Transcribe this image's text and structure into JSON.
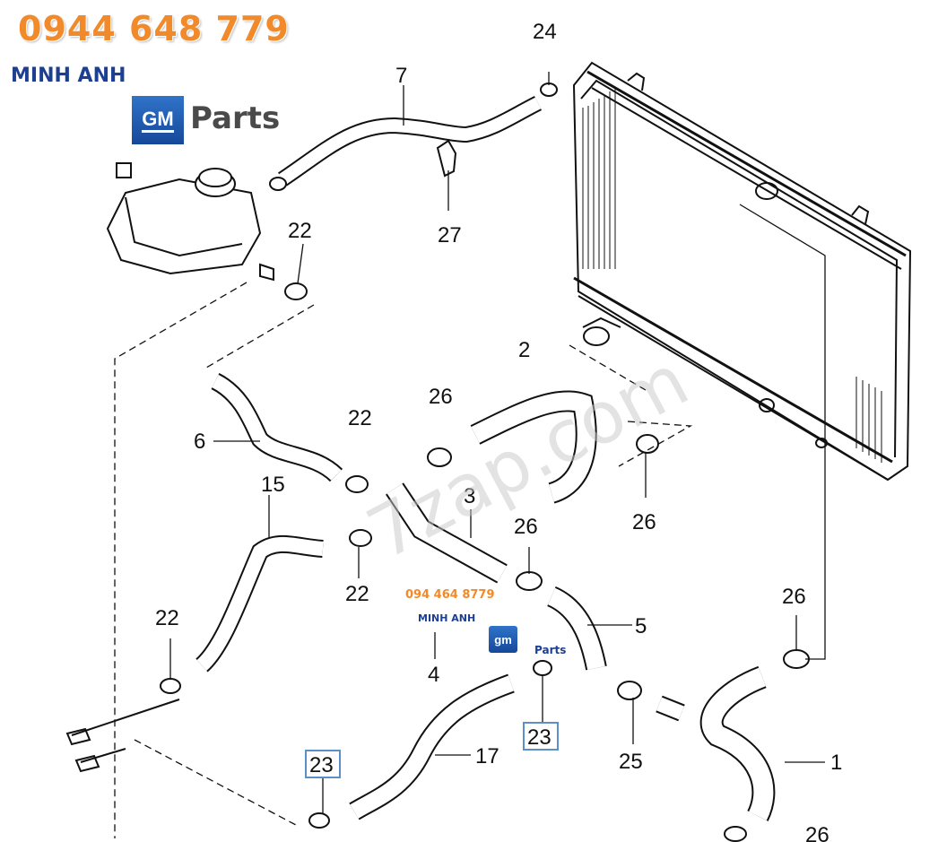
{
  "watermark_phone": "0944 648 779",
  "brand_name": "MINH ANH",
  "brand_logo": {
    "gm": "GM",
    "parts": "Parts"
  },
  "small_logo": {
    "phone": "094 464 8779",
    "brand": "MINH ANH",
    "gm": "gm",
    "parts": "Parts"
  },
  "site_watermark": "7zap.com",
  "callouts": {
    "c1": "1",
    "c2": "2",
    "c3": "3",
    "c4": "4",
    "c5": "5",
    "c6": "6",
    "c7": "7",
    "c15": "15",
    "c17": "17",
    "c22a": "22",
    "c22b": "22",
    "c22c": "22",
    "c22d": "22",
    "c23a": "23",
    "c23b": "23",
    "c24": "24",
    "c25": "25",
    "c26a": "26",
    "c26b": "26",
    "c26c": "26",
    "c26d": "26",
    "c26e": "26",
    "c27": "27"
  },
  "colors": {
    "phone": "#f08a2a",
    "brand": "#1d3f91",
    "boxed_callout": "#5a8fc8"
  }
}
